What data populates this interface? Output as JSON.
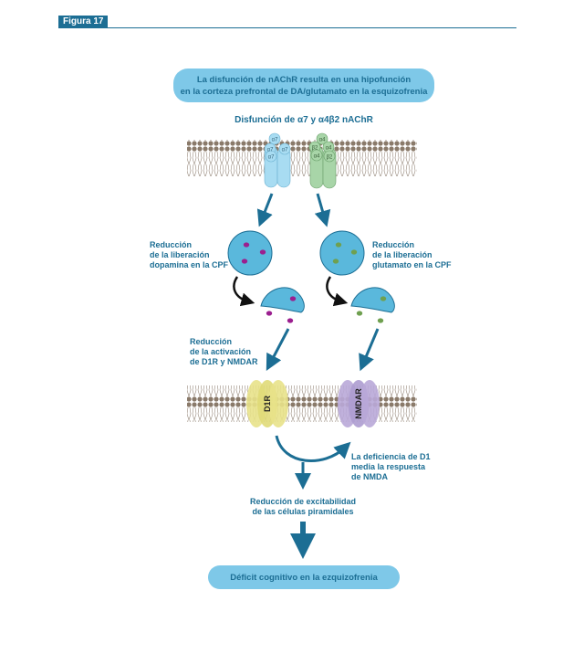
{
  "figure_label": "Figura 17",
  "top_box": {
    "line1": "La disfunción de nAChR resulta en una hipofunción",
    "line2": "en la corteza prefrontal de DA/glutamato en la esquizofrenia"
  },
  "subtitle": "Disfunción de α7 y α4β2 nAChR",
  "alpha7_subunits": [
    "α7",
    "α7",
    "α7",
    "α7"
  ],
  "alpha4beta2_subunits": [
    "α4",
    "β2",
    "α4",
    "α4",
    "β2"
  ],
  "left_release": {
    "line1": "Reducción",
    "line2": "de la liberación",
    "line3": "dopamina en la CPF"
  },
  "right_release": {
    "line1": "Reducción",
    "line2": "de la liberación",
    "line3": "glutamato en la CPF"
  },
  "activation": {
    "line1": "Reducción",
    "line2": "de la activación",
    "line3": "de D1R y NMDAR"
  },
  "d1r_label": "D1R",
  "nmdar_label": "NMDAR",
  "deficiency": {
    "line1": "La deficiencia de D1",
    "line2": "media la respuesta",
    "line3": "de NMDA"
  },
  "excitability": {
    "line1": "Reducción de excitabilidad",
    "line2": "de las células piramidales"
  },
  "bottom_box": "Déficit cognitivo en la ezquizofrenia",
  "colors": {
    "brand_blue": "#1c6e94",
    "box_fill": "#7ec8e8",
    "vesicle_fill": "#5ab8dc",
    "dopamine": "#9b1f8f",
    "glutamate": "#6fa050",
    "alpha7_receptor": "#a8dcf2",
    "alpha4beta2_receptor": "#a8d5a8",
    "d1r_receptor": "#e8e28a",
    "nmdar_receptor": "#b9a8d8",
    "membrane": "#8a7a6a"
  }
}
